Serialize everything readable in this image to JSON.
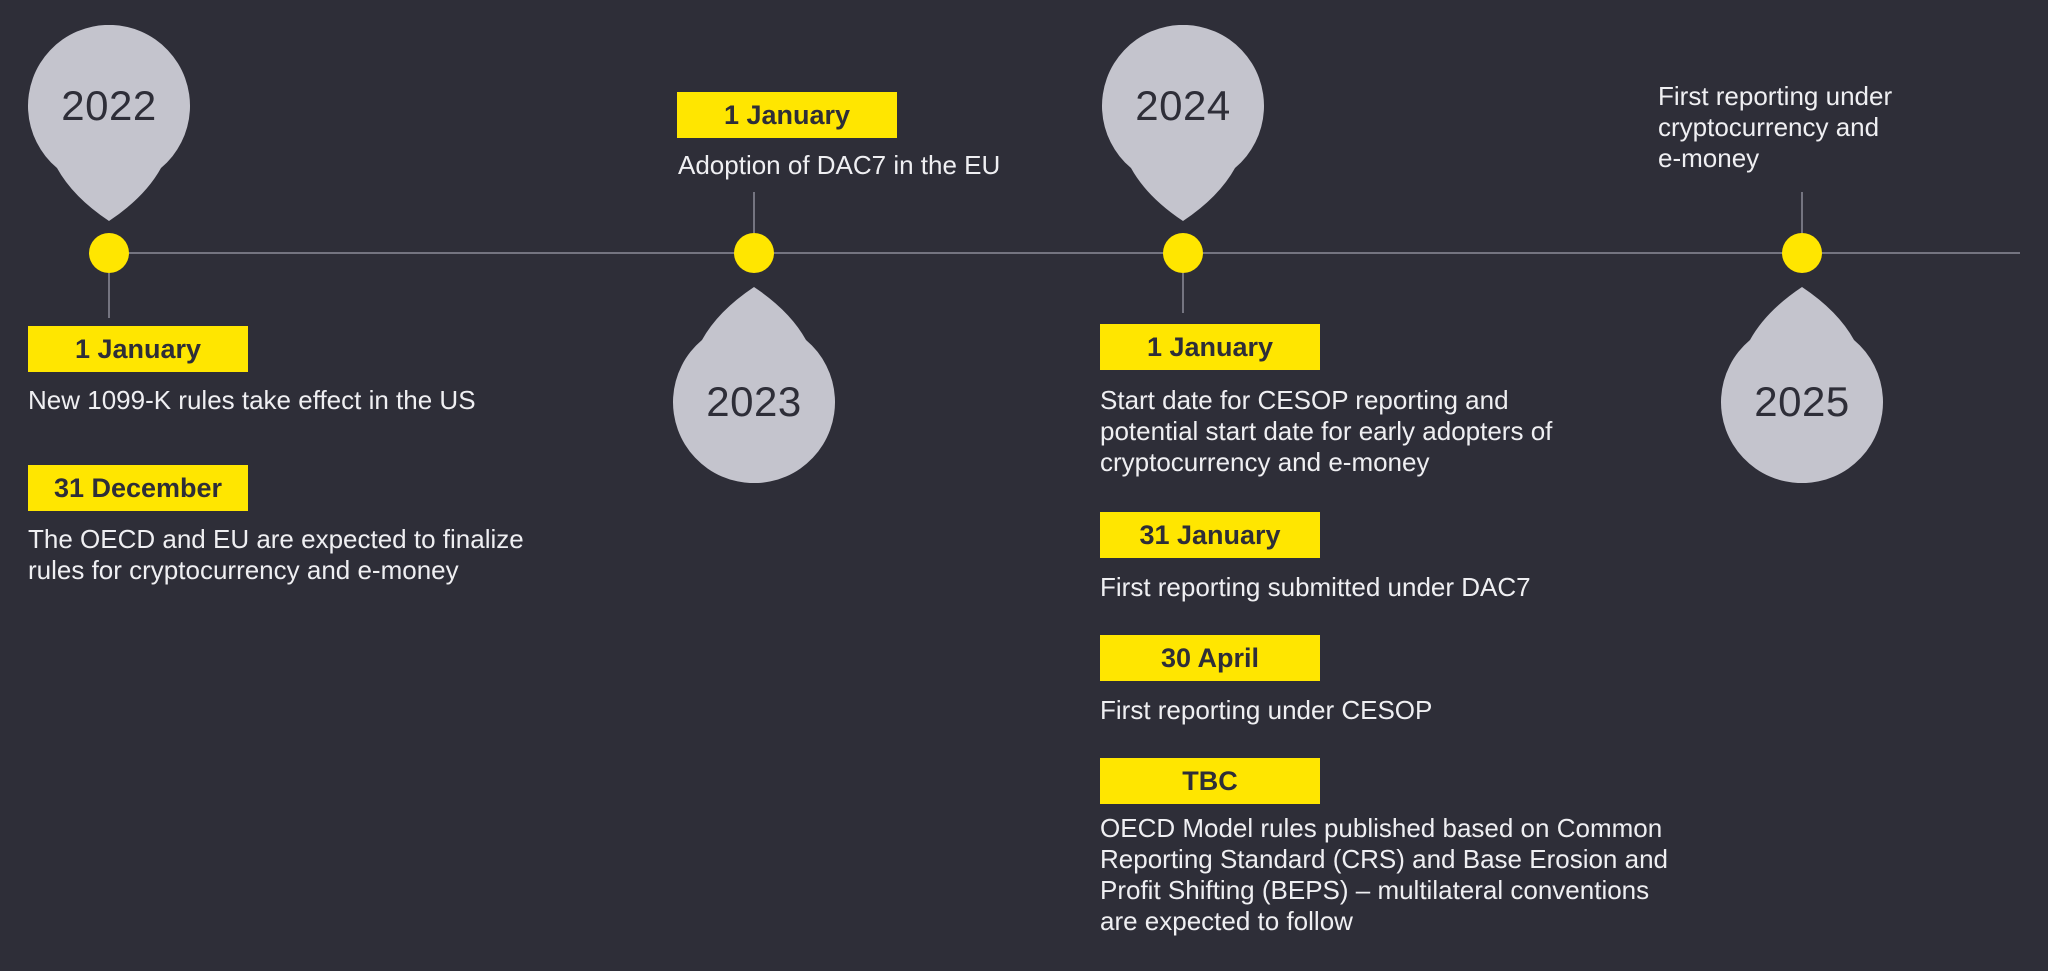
{
  "colors": {
    "background": "#2e2e38",
    "accent_yellow": "#ffe600",
    "marker_gray": "#c4c4cd",
    "line_gray": "#747480",
    "text_light": "#efeff2",
    "text_dark": "#2e2e38"
  },
  "timeline": {
    "groups": [
      {
        "year": "2022",
        "marker": "balloon-above-line",
        "events": [
          {
            "date": "1 January",
            "text": "New 1099-K rules take effect in the US"
          },
          {
            "date": "31 December",
            "text": "The OECD and EU are expected to finalize\nrules for cryptocurrency and e-money"
          }
        ]
      },
      {
        "year": "2023",
        "marker": "teardrop-below-line",
        "events": [
          {
            "date": "1 January",
            "text": "Adoption of DAC7 in the EU"
          }
        ]
      },
      {
        "year": "2024",
        "marker": "balloon-above-line",
        "events": [
          {
            "date": "1 January",
            "text": "Start date for CESOP reporting and\npotential start date for early adopters of\ncryptocurrency and e-money"
          },
          {
            "date": "31 January",
            "text": "First reporting submitted under DAC7"
          },
          {
            "date": "30 April",
            "text": "First reporting under CESOP"
          },
          {
            "date": "TBC",
            "text": "OECD Model rules published based on Common\nReporting Standard (CRS) and Base Erosion and\nProfit Shifting (BEPS) – multilateral conventions\nare expected to follow"
          }
        ]
      },
      {
        "year": "2025",
        "marker": "teardrop-below-line",
        "events": [
          {
            "date": "",
            "text": "First reporting under\ncryptocurrency and\ne-money"
          }
        ]
      }
    ]
  }
}
